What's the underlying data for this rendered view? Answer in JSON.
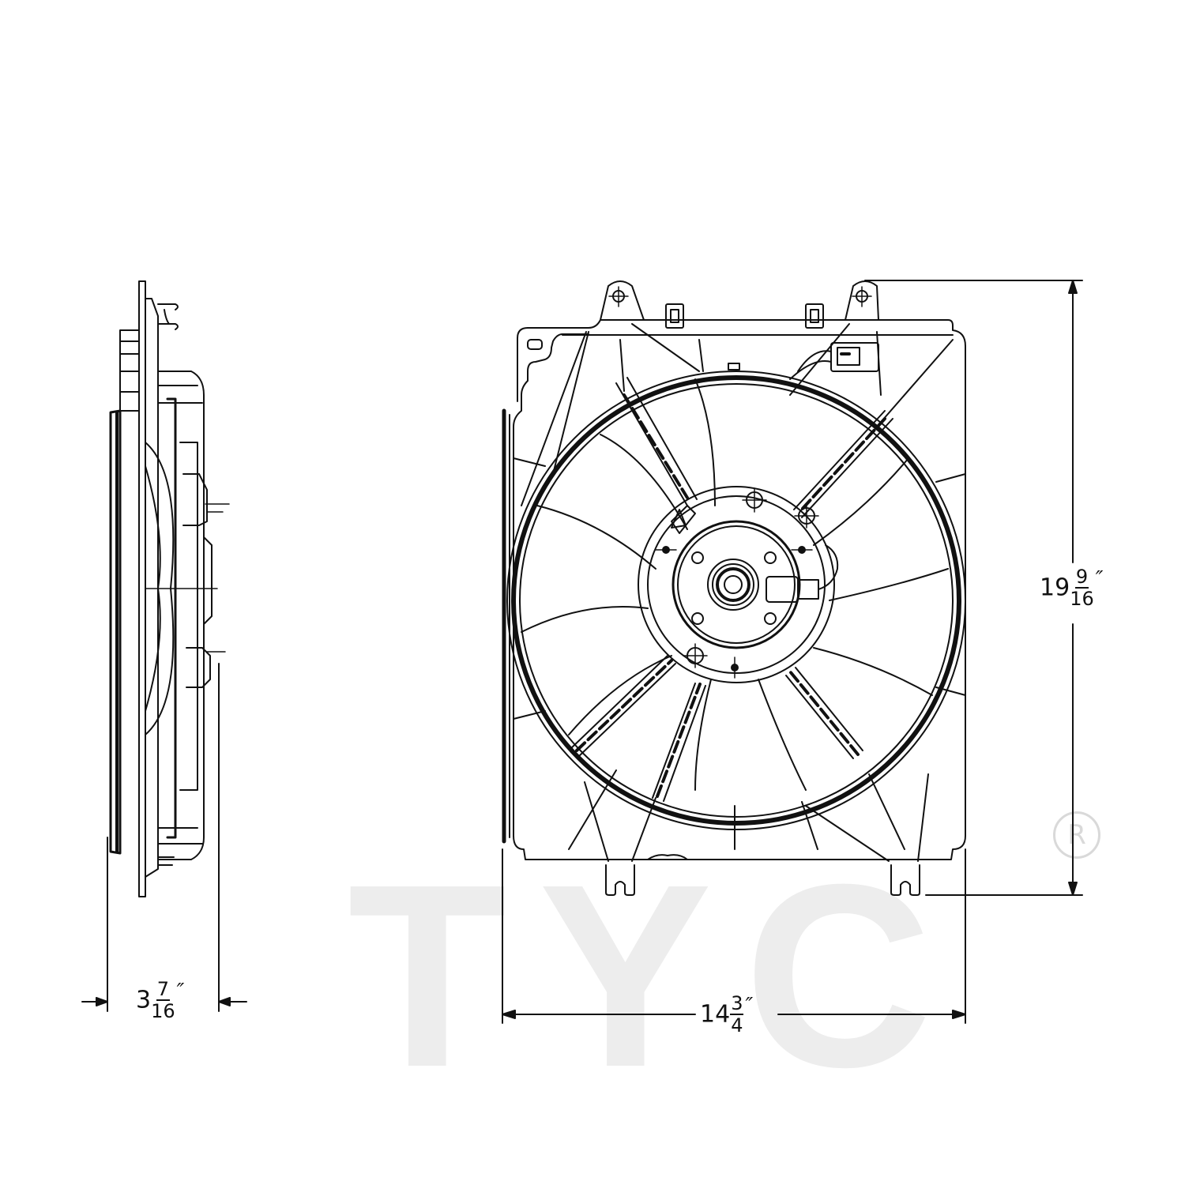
{
  "drawing": {
    "subject": "Radiator cooling fan assembly - technical line drawing",
    "views": [
      {
        "id": "side-view",
        "label": "Side profile view"
      },
      {
        "id": "front-view",
        "label": "Front view (fan shroud with motor)"
      }
    ],
    "line_color": "#111111",
    "background": "#ffffff"
  },
  "dimensions": {
    "depth": {
      "whole": "3",
      "numerator": "7",
      "denominator": "16",
      "unit": "″"
    },
    "width": {
      "whole": "14",
      "numerator": "3",
      "denominator": "4",
      "unit": "″"
    },
    "height": {
      "whole": "19",
      "numerator": "9",
      "denominator": "16",
      "unit": "″"
    }
  },
  "watermark": {
    "text": "TYC",
    "registered_mark": "R",
    "color": "#ededed"
  }
}
